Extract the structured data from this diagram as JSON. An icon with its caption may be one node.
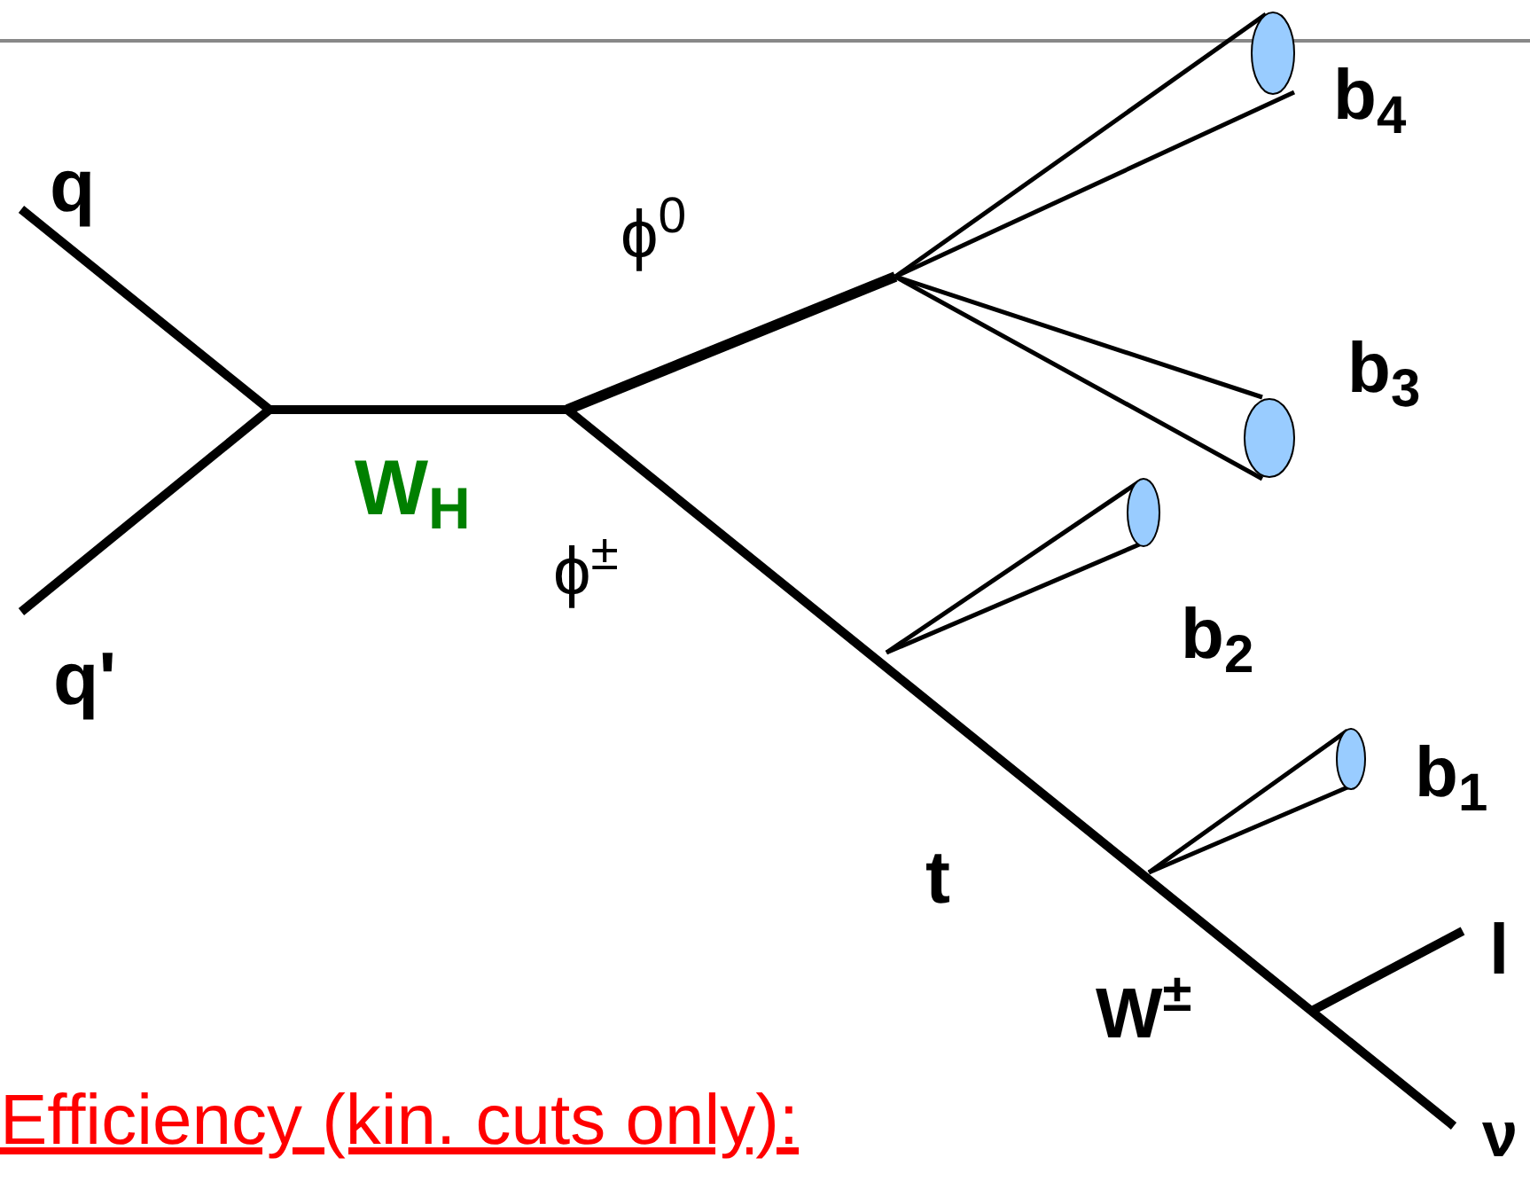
{
  "diagram": {
    "labels": [
      "q",
      "q'",
      "W$_{H}$",
      "ϕ$^{0}$",
      "ϕ$^{±}$",
      "b$_{4}$",
      "b$_{3}$",
      "b$_{2}$",
      "b$_{1}$",
      "t",
      "W$^{±}$",
      "l",
      "ν",
      "Efficiency (kin. cuts only):"
    ]
  }
}
